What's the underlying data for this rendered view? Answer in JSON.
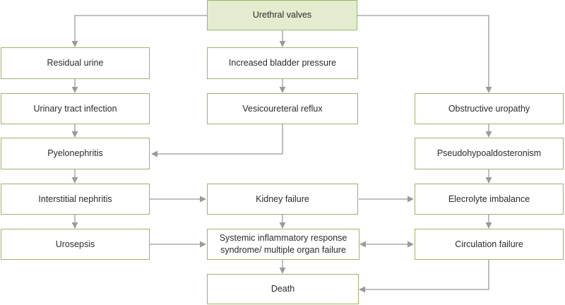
{
  "nodes": {
    "urethral_valves": "Urethral valves",
    "residual_urine": "Residual urine",
    "increased_bladder_pressure": "Increased bladder pressure",
    "urinary_tract_infection": "Urinary tract infection",
    "vesicoureteral_reflux": "Vesicoureteral reflux",
    "obstructive_uropathy": "Obstructive uropathy",
    "pyelonephritis": "Pyelonephritis",
    "pseudohypoaldosteronism": "Pseudohypoaldosteronism",
    "interstitial_nephritis": "Interstitial nephritis",
    "kidney_failure": "Kidney failure",
    "electrolyte_imbalance": "Elecrolyte imbalance",
    "urosepsis": "Urosepsis",
    "sirs_line1": "Systemic inflammatory response",
    "sirs_line2": "syndrome/ multiple organ failure",
    "circulation_failure": "Circulation failure",
    "death": "Death"
  },
  "colors": {
    "border": "#9bb46a",
    "root_fill": "#e3eccf",
    "arrow": "#9a9a9a"
  }
}
